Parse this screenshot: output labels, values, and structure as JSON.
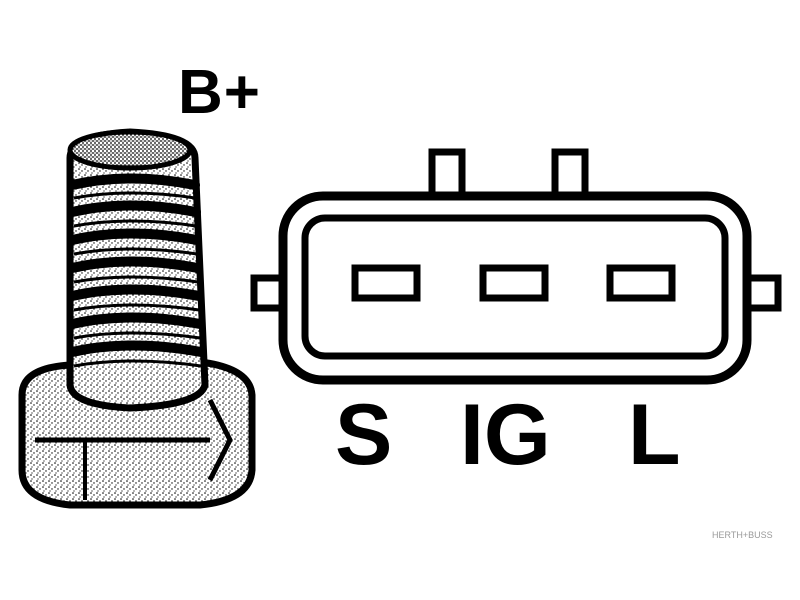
{
  "labels": {
    "battery_terminal": "B+",
    "pins": [
      "S",
      "IG",
      "L"
    ]
  },
  "watermark": "HERTH+BUSS",
  "icons": {
    "stud": "threaded-bolt-terminal-icon",
    "connector": "three-pin-plug-connector-icon"
  },
  "colors": {
    "ink": "#000000",
    "background": "#ffffff",
    "watermark": "#9a9a9a"
  }
}
